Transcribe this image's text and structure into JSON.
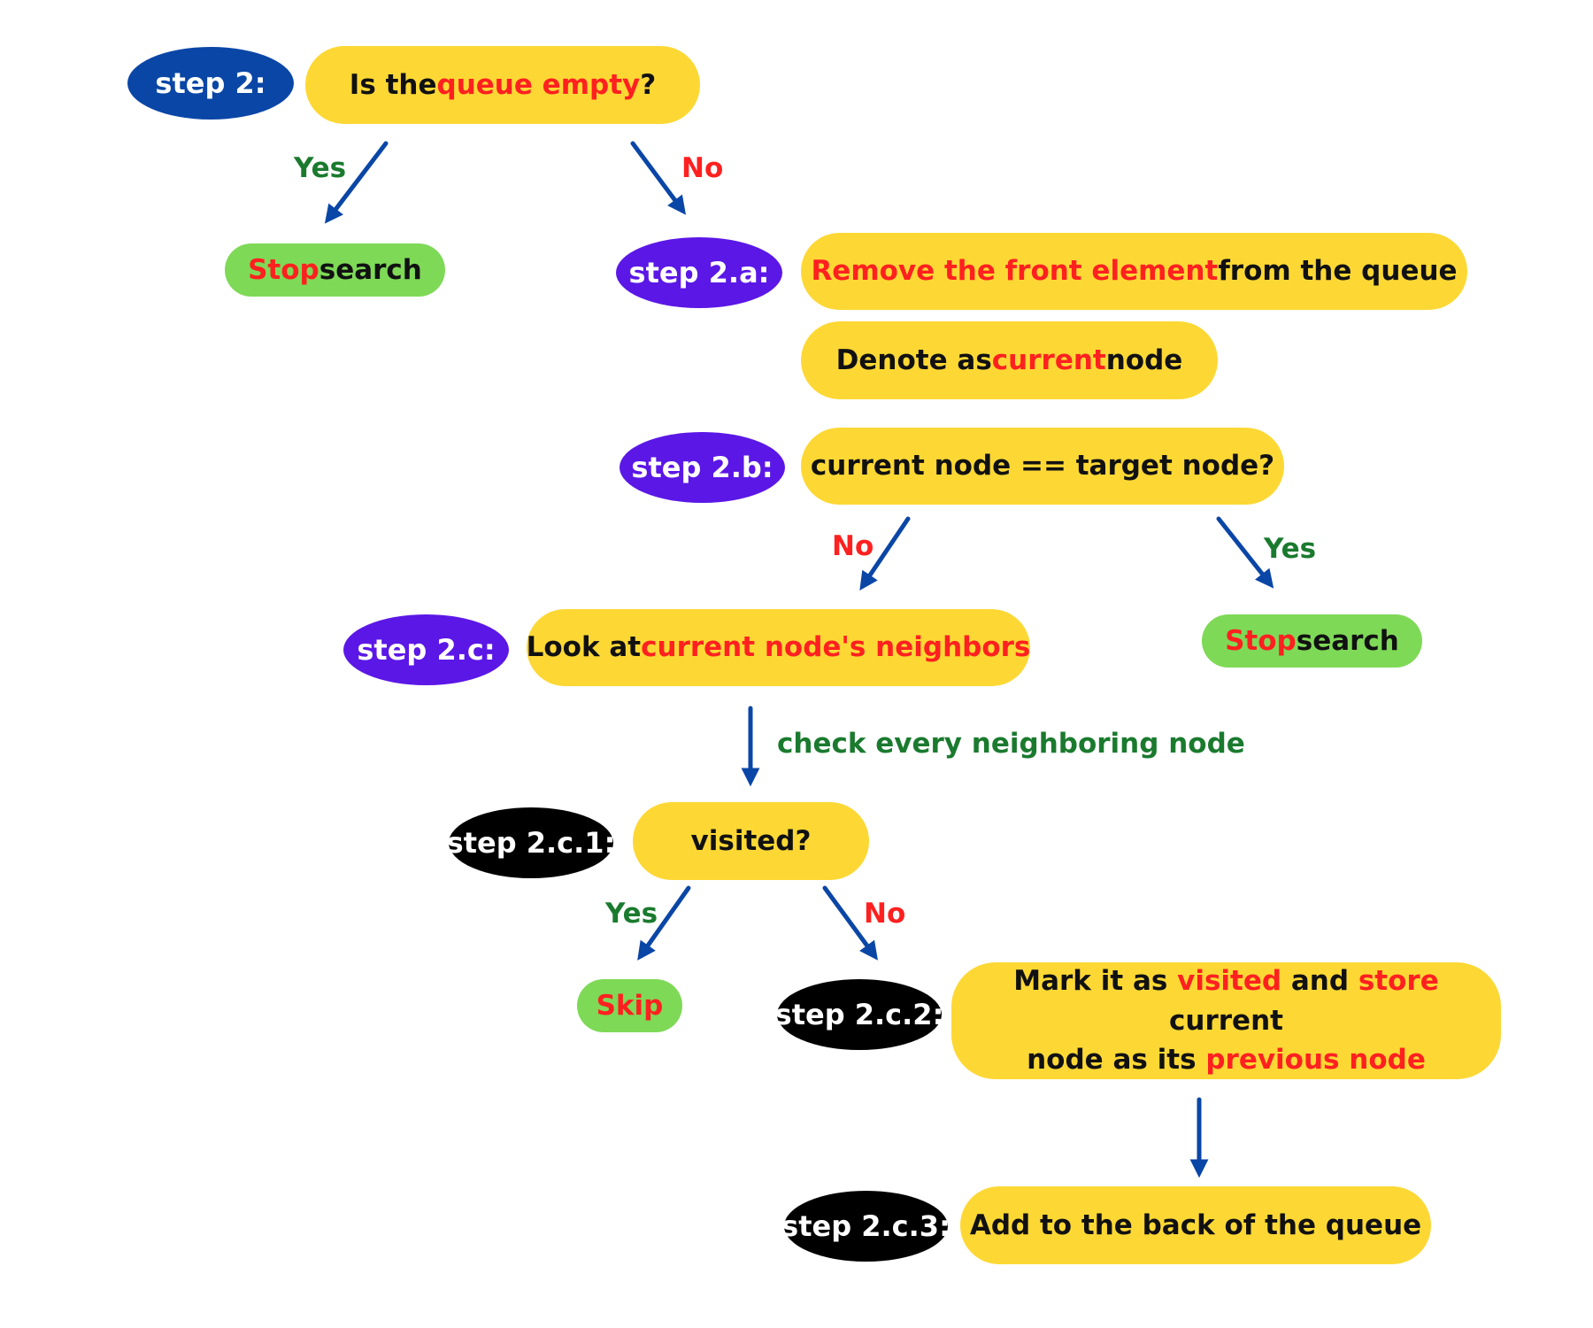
{
  "colors": {
    "label_blue": "#0a46a6",
    "label_purple": "#5b17e6",
    "label_black": "#000000",
    "box_yellow": "#fdd835",
    "box_green": "#7ed957",
    "highlight_red": "#ff2020",
    "yes_green": "#1a7a2e",
    "arrow_blue": "#0a46a6"
  },
  "step2": {
    "label": "step 2:",
    "question": {
      "a": "Is the ",
      "b": "queue empty",
      "c": " ?"
    },
    "yes": "Yes",
    "no": "No",
    "stop": {
      "a": "Stop",
      "b": " search"
    }
  },
  "step2a": {
    "label": "step 2.a:",
    "remove": {
      "a": "Remove the front element",
      "b": " from the queue"
    },
    "denote": {
      "a": "Denote as ",
      "b": "current",
      "c": " node"
    }
  },
  "step2b": {
    "label": "step 2.b:",
    "question": "current node == target node?",
    "no": "No",
    "yes": "Yes",
    "stop": {
      "a": "Stop",
      "b": " search"
    }
  },
  "step2c": {
    "label": "step 2.c:",
    "look": {
      "a": "Look at ",
      "b": "current node's neighbors"
    },
    "check": "check every neighboring node"
  },
  "step2c1": {
    "label": "step 2.c.1:",
    "question": "visited?",
    "yes": "Yes",
    "no": "No",
    "skip": "Skip"
  },
  "step2c2": {
    "label": "step 2.c.2:",
    "line1": {
      "a": "Mark it as ",
      "b": "visited",
      "c": " and ",
      "d": "store",
      "e": " current"
    },
    "line2": {
      "a": "node as its ",
      "b": "previous node"
    }
  },
  "step2c3": {
    "label": "step 2.c.3:",
    "add": "Add to the back of the queue"
  }
}
